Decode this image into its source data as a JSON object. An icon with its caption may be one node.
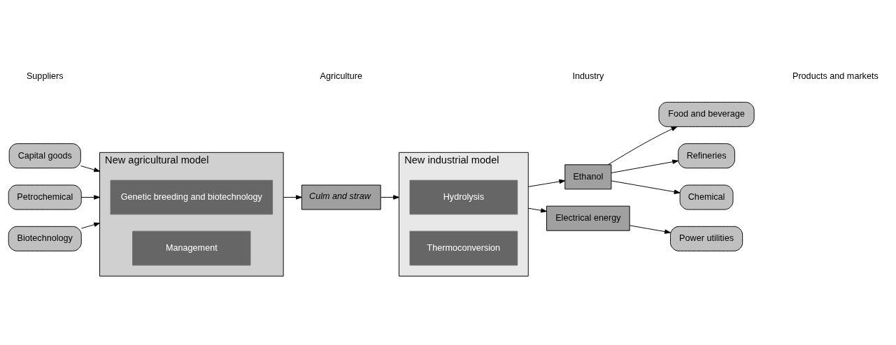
{
  "diagram": {
    "nodes": [
      {
        "text": [
          "Capital goods"
        ]
      },
      {
        "text": [
          "Petrochemical"
        ]
      },
      {
        "text": [
          "Biotechnology"
        ]
      },
      {
        "text": [
          "New agricultural model"
        ]
      },
      {
        "text": [
          "Genetic breeding and biotechnology"
        ],
        "in": 3
      },
      {
        "text": [
          "Management"
        ],
        "in": 3
      },
      {
        "text": [
          "Culm and straw"
        ]
      },
      {
        "text": [
          "New industrial model"
        ]
      },
      {
        "text": [
          "Hydrolysis"
        ],
        "in": 7
      },
      {
        "text": [
          "Thermoconversion"
        ],
        "in": 7
      },
      {
        "text": [
          "Ethanol"
        ]
      },
      {
        "text": [
          "Electrical energy"
        ]
      },
      {
        "text": [
          "Food and beverage"
        ]
      },
      {
        "text": [
          "Refineries"
        ]
      },
      {
        "text": [
          "Chemical"
        ]
      },
      {
        "text": [
          "Power utilities"
        ]
      }
    ],
    "edges": [
      {
        "from": 0,
        "to": 3,
        "arrow": "to"
      },
      {
        "from": 1,
        "to": 3,
        "arrow": "to"
      },
      {
        "from": 2,
        "to": 3,
        "arrow": "to"
      },
      {
        "from": 3,
        "to": 6,
        "arrow": "to"
      },
      {
        "from": 6,
        "to": 7,
        "arrow": "to"
      },
      {
        "from": 7,
        "to": 10,
        "arrow": "to"
      },
      {
        "from": 7,
        "to": 11,
        "arrow": "to"
      },
      {
        "from": 10,
        "to": 12,
        "arrow": "to"
      },
      {
        "from": 10,
        "to": 13,
        "arrow": "to"
      },
      {
        "from": 10,
        "to": 14,
        "arrow": "to"
      },
      {
        "from": 11,
        "to": 15,
        "arrow": "to"
      }
    ],
    "labels": [
      "Suppliers",
      "Agriculture",
      "Industry",
      "Products and markets"
    ]
  }
}
